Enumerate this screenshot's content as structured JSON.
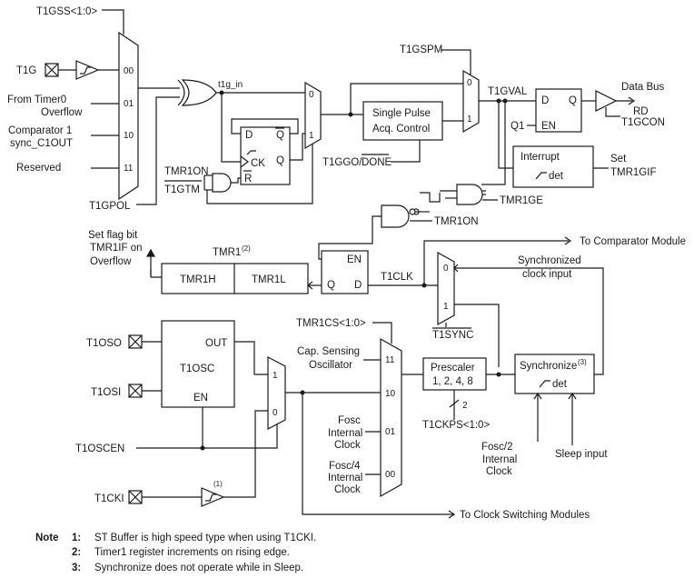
{
  "signals": {
    "t1gss": "T1GSS<1:0>",
    "t1g": "T1G",
    "from_timer0": "From Timer0",
    "overflow": "Overflow",
    "comparator1": "Comparator 1",
    "sync_c1out": "sync_C1OUT",
    "reserved": "Reserved",
    "t1gpol": "T1GPOL",
    "t1g_in": "t1g_in",
    "t1gspm": "T1GSPM",
    "t1gval": "T1GVAL",
    "data_bus": "Data Bus",
    "rd": "RD",
    "t1gcon": "T1GCON",
    "q1": "Q1",
    "en": "EN",
    "d": "D",
    "q": "Q",
    "qbar": "Q",
    "ck": "CK",
    "r": "R",
    "tmr1on": "TMR1ON",
    "t1gtm": "T1GTM",
    "t1ggo_done_a": "T1GGO/",
    "t1ggo_done_b": "DONE",
    "tmr1ge": "TMR1GE",
    "set": "Set",
    "tmr1gif": "TMR1GIF",
    "set_flag_1": "Set flag bit",
    "set_flag_2": "TMR1IF on",
    "set_flag_3": "Overflow",
    "tmr1": "TMR1",
    "tmr1_note": "(2)",
    "tmr1h": "TMR1H",
    "tmr1l": "TMR1L",
    "t1clk": "T1CLK",
    "to_comparator": "To Comparator Module",
    "synchronized_1": "Synchronized",
    "synchronized_2": "clock input",
    "t1sync": "T1SYNC",
    "tmr1cs": "TMR1CS<1:0>",
    "cap_sensing_1": "Cap. Sensing",
    "cap_sensing_2": "Oscillator",
    "t1oso": "T1OSO",
    "t1osi": "T1OSI",
    "t1osc": "T1OSC",
    "out": "OUT",
    "t1oscen": "T1OSCEN",
    "t1cki": "T1CKI",
    "buffer_note": "(1)",
    "fosc_1": "Fosc",
    "internal": "Internal",
    "clock": "Clock",
    "fosc4": "Fosc/4",
    "prescaler": "Prescaler",
    "prescaler_vals": "1, 2, 4, 8",
    "bus_width": "2",
    "t1ckps": "T1CKPS<1:0>",
    "synchronize": "Synchronize",
    "sync_note": "(3)",
    "det": "det",
    "fosc2": "Fosc/2",
    "sleep_input": "Sleep input",
    "to_clock_switching": "To Clock Switching Modules",
    "single_pulse_1": "Single Pulse",
    "single_pulse_2": "Acq. Control",
    "interrupt": "Interrupt"
  },
  "mux_inputs": {
    "n00": "00",
    "n01": "01",
    "n10": "10",
    "n11": "11",
    "n0": "0",
    "n1": "1"
  },
  "notes": {
    "heading": "Note",
    "items": [
      {
        "num": "1:",
        "text": "ST Buffer is high speed type when using T1CKI."
      },
      {
        "num": "2:",
        "text": "Timer1 register increments on rising edge."
      },
      {
        "num": "3:",
        "text": "Synchronize does not operate while in Sleep."
      }
    ]
  }
}
